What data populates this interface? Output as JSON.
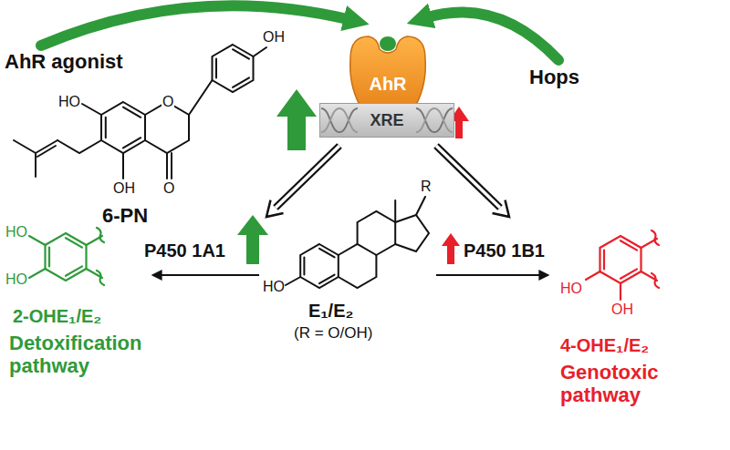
{
  "diagram": {
    "nodes": [
      {
        "text": [
          "AhR"
        ]
      },
      {
        "text": [
          "XRE"
        ]
      }
    ],
    "labels": [
      "AhR agonist",
      "HO",
      "O",
      "O",
      "OH",
      "OH",
      "6-PN",
      "Hops",
      "P450 1A1",
      "P450 1B1",
      "R",
      "HO",
      "E₁/E₂",
      "(R = O/OH)",
      "HO",
      "HO",
      "2-OHE₁/E₂",
      "Detoxification pathway",
      "HO",
      "OH",
      "4-OHE₁/E₂",
      "Genotoxic pathway"
    ]
  }
}
